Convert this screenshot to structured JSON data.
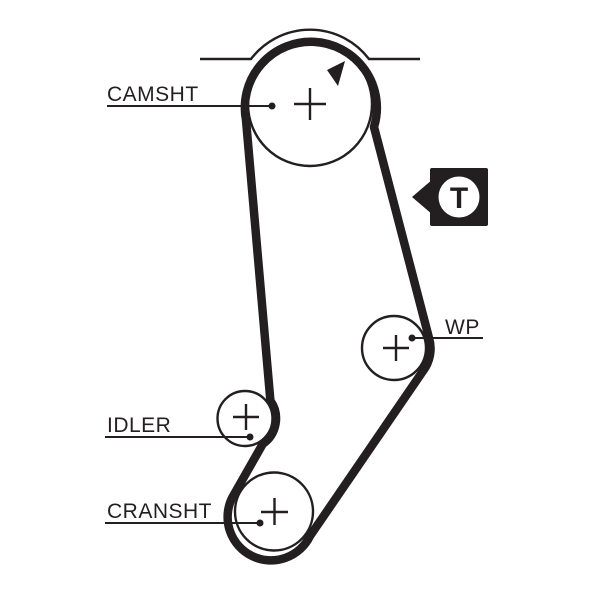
{
  "diagram": {
    "type": "timing-belt-routing-diagram",
    "background_color": "#ffffff",
    "line_color": "#231f20",
    "labels": {
      "camshaft": "CAMSHT",
      "water_pump": "WP",
      "idler": "IDLER",
      "crankshaft": "CRANSHT"
    },
    "markers": {
      "tensioner": "T"
    },
    "icons": [
      "direction-arrow-icon",
      "tensioner-pointer-icon"
    ],
    "components": [
      "camshaft-pulley",
      "water-pump-pulley",
      "idler-pulley",
      "crankshaft-pulley",
      "timing-belt",
      "engine-cover-line",
      "tensioner-marker"
    ]
  }
}
